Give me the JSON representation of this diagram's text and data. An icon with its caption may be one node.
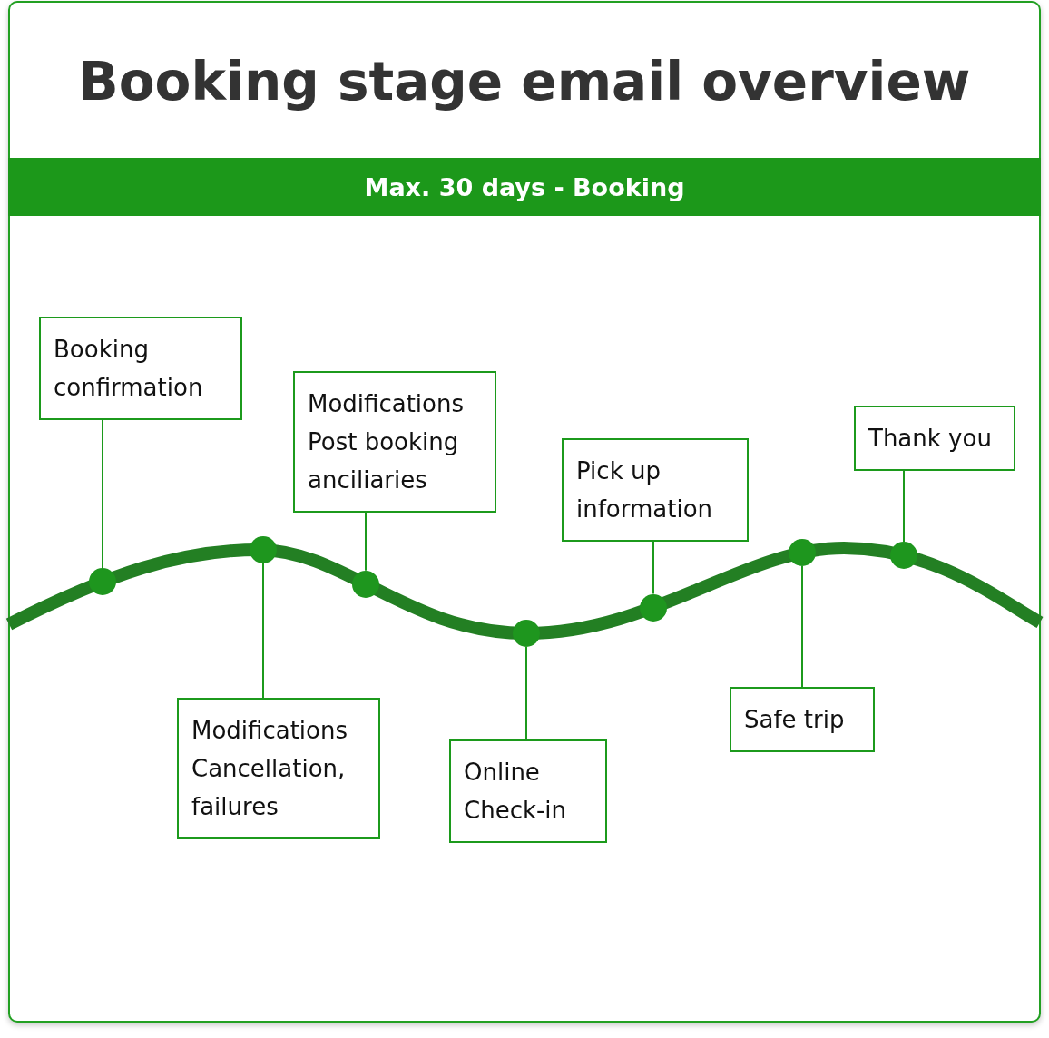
{
  "diagram": {
    "title": "Booking stage email overview",
    "nodes": [
      {
        "text": [
          "Max. 30 days - Booking"
        ]
      },
      {
        "text": [
          "Booking confirmation"
        ]
      },
      {
        "text": [
          "Modifications Cancellation, failures"
        ]
      },
      {
        "text": [
          "Modifications Post booking anciliaries"
        ]
      },
      {
        "text": [
          "Online Check-in"
        ]
      },
      {
        "text": [
          "Pick up information"
        ]
      },
      {
        "text": [
          "Safe trip"
        ]
      },
      {
        "text": [
          "Thank you"
        ]
      },
      {
        "text": [],
        "shape": "circle"
      },
      {
        "text": [],
        "shape": "circle"
      },
      {
        "text": [],
        "shape": "circle"
      },
      {
        "text": [],
        "shape": "circle"
      },
      {
        "text": [],
        "shape": "circle"
      },
      {
        "text": [],
        "shape": "circle"
      },
      {
        "text": [],
        "shape": "circle"
      }
    ],
    "edges": [
      {
        "from": 1,
        "to": 8,
        "arrow": "none"
      },
      {
        "from": 2,
        "to": 9,
        "arrow": "none"
      },
      {
        "from": 3,
        "to": 10,
        "arrow": "none"
      },
      {
        "from": 4,
        "to": 11,
        "arrow": "none"
      },
      {
        "from": 5,
        "to": 12,
        "arrow": "none"
      },
      {
        "from": 6,
        "to": 13,
        "arrow": "none"
      },
      {
        "from": 7,
        "to": 14,
        "arrow": "none"
      }
    ]
  }
}
